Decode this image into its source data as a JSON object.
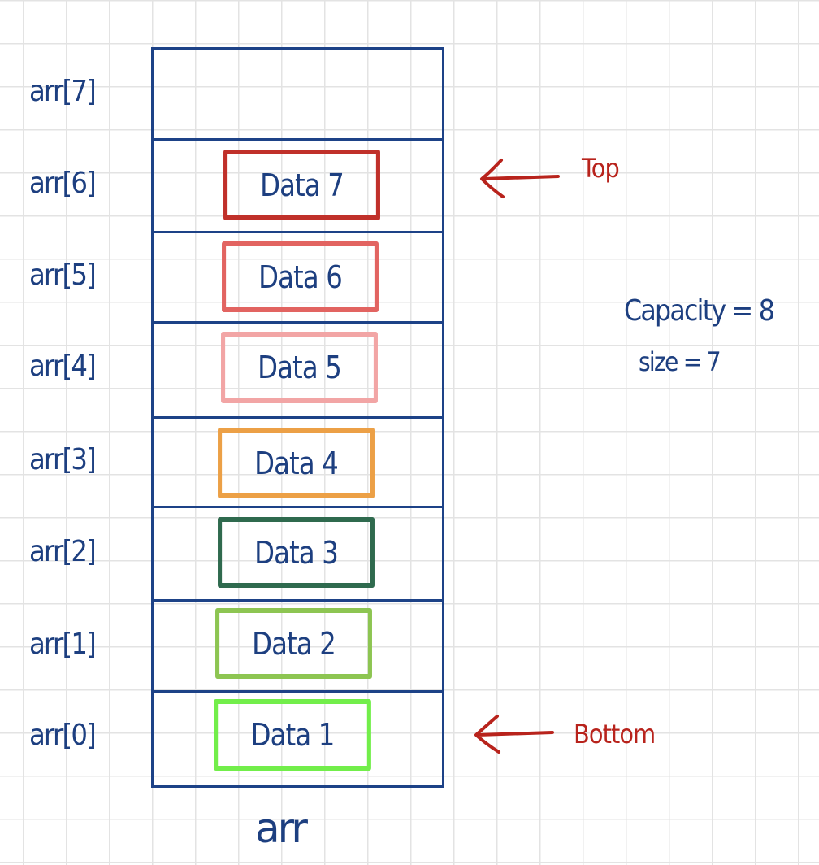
{
  "indices": [
    "arr[7]",
    "arr[6]",
    "arr[5]",
    "arr[4]",
    "arr[3]",
    "arr[2]",
    "arr[1]",
    "arr[0]"
  ],
  "cells": [
    {
      "label": "",
      "color": ""
    },
    {
      "label": "Data 7",
      "color": "#c0302a"
    },
    {
      "label": "Data 6",
      "color": "#e26461"
    },
    {
      "label": "Data 5",
      "color": "#f2a5a5"
    },
    {
      "label": "Data 4",
      "color": "#eca046"
    },
    {
      "label": "Data 3",
      "color": "#2f6a4e"
    },
    {
      "label": "Data 2",
      "color": "#8dc552"
    },
    {
      "label": "Data 1",
      "color": "#72ee4a"
    }
  ],
  "pointers": {
    "top_label": "Top",
    "bottom_label": "Bottom",
    "color": "#b8231c"
  },
  "info": {
    "capacity": "Capacity = 8",
    "size": "size = 7"
  },
  "array_name": "arr",
  "line_color": "#1d4287"
}
